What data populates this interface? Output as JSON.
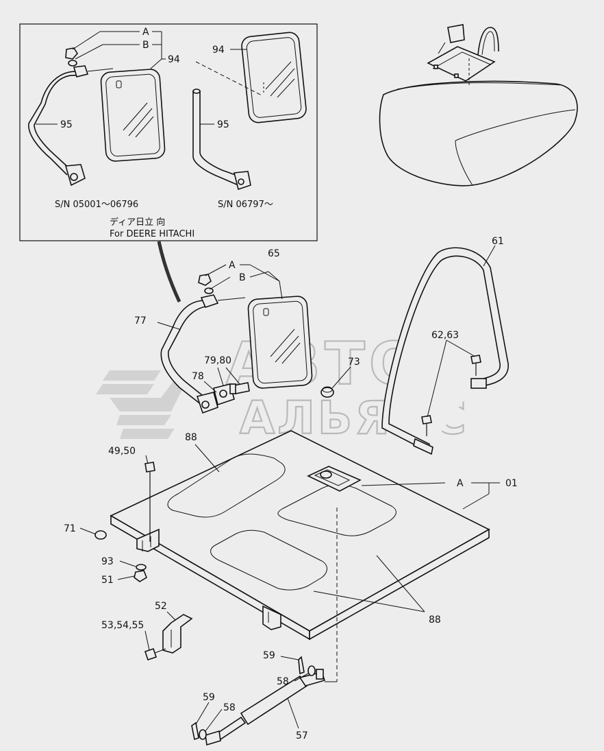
{
  "inset": {
    "variant_left_sn": "S/N 05001～06796",
    "variant_right_sn": "S/N 06797～",
    "note_jp": "ディア日立 向",
    "note_en": "For DEERE HITACHI"
  },
  "watermark": {
    "line1": "АВТО",
    "line2": "АЛЬЯНС"
  },
  "callouts": {
    "inset_A": "A",
    "inset_B": "B",
    "inset_94_left": "94",
    "inset_94_right": "94",
    "inset_95_left": "95",
    "inset_95_right": "95",
    "c65": "65",
    "c77": "77",
    "cA_mirror": "A",
    "cB_mirror": "B",
    "c79_80": "79,80",
    "c78": "78",
    "c73": "73",
    "c61": "61",
    "c62_63": "62,63",
    "c88_top": "88",
    "c49_50": "49,50",
    "cA_cover": "A",
    "c01": "01",
    "c71": "71",
    "c93": "93",
    "c51": "51",
    "c52": "52",
    "c53_54_55": "53,54,55",
    "c88_bottom": "88",
    "c59_top": "59",
    "c58_top": "58",
    "c59_bottom": "59",
    "c58_bottom": "58",
    "c57": "57"
  }
}
